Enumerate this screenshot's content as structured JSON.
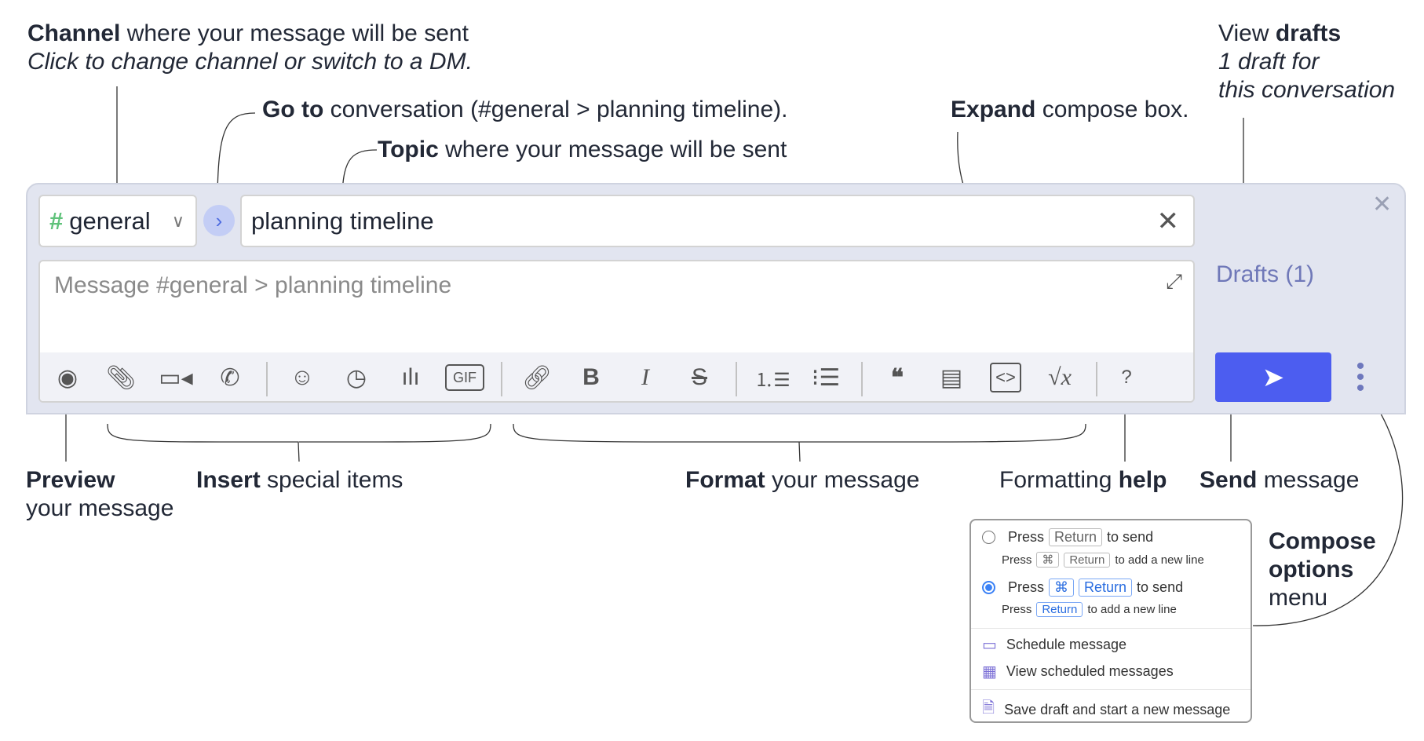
{
  "annotations": {
    "channel": {
      "bold": "Channel",
      "rest": " where your message will be sent",
      "sub": "Click to change channel or switch to a DM."
    },
    "goto": {
      "bold": "Go to",
      "rest": " conversation (#general > planning timeline)."
    },
    "topic": {
      "bold": "Topic",
      "rest": " where your message will be sent"
    },
    "expand": {
      "bold": "Expand",
      "rest": " compose box."
    },
    "drafts": {
      "pre": "View ",
      "bold": "drafts",
      "sub1": "1 draft for",
      "sub2": "this conversation"
    },
    "preview": {
      "bold": "Preview",
      "rest": "your message"
    },
    "insert": {
      "bold": "Insert",
      "rest": " special items"
    },
    "format": {
      "bold": "Format",
      "rest": " your message"
    },
    "help": {
      "pre": "Formatting ",
      "bold": "help"
    },
    "send": {
      "bold": "Send",
      "rest": " message"
    },
    "compose": {
      "bold1": "Compose",
      "bold2": "options",
      "rest": "menu"
    }
  },
  "compose": {
    "channel": "general",
    "topic": "planning timeline",
    "placeholder": "Message #general > planning timeline",
    "drafts": "Drafts (1)",
    "toolbar": [
      "eye-icon",
      "paperclip-icon",
      "video-icon",
      "phone-icon",
      "smile-icon",
      "clock-icon",
      "poll-icon",
      "gif-icon",
      "link-icon",
      "bold-icon",
      "italic-icon",
      "strikethrough-icon",
      "numbered-list-icon",
      "bullet-list-icon",
      "quote-icon",
      "spoiler-icon",
      "code-icon",
      "math-icon",
      "help-icon"
    ],
    "gif_label": "GIF"
  },
  "menu": {
    "opt1": {
      "press": "Press",
      "key": "Return",
      "tail": "to send",
      "sub_press": "Press",
      "sub_key1": "⌘",
      "sub_key2": "Return",
      "sub_tail": "to add a new line",
      "selected": false
    },
    "opt2": {
      "press": "Press",
      "key1": "⌘",
      "key2": "Return",
      "tail": "to send",
      "sub_press": "Press",
      "sub_key": "Return",
      "sub_tail": "to add a new line",
      "selected": true
    },
    "schedule": "Schedule message",
    "view_scheduled": "View scheduled messages",
    "save_draft": "Save draft and start a new message"
  },
  "colors": {
    "accent": "#4c5df0",
    "channel_hash": "#5fc27a",
    "panel": "#e2e5f0",
    "menu_icon": "#7b6fd6"
  }
}
